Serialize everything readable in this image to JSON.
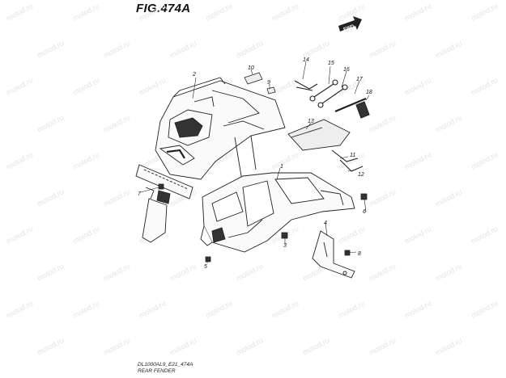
{
  "figure": {
    "title": "FIG.474A",
    "fwd_label": "FWD",
    "model_code": "DL1000AL9_E21_474A",
    "caption": "REAR FENDER"
  },
  "watermark": "motod.ru",
  "callouts": [
    "1",
    "2",
    "3",
    "4",
    "5",
    "6",
    "7",
    "8",
    "9",
    "10",
    "11",
    "12",
    "13",
    "14",
    "15",
    "16",
    "17",
    "18"
  ]
}
